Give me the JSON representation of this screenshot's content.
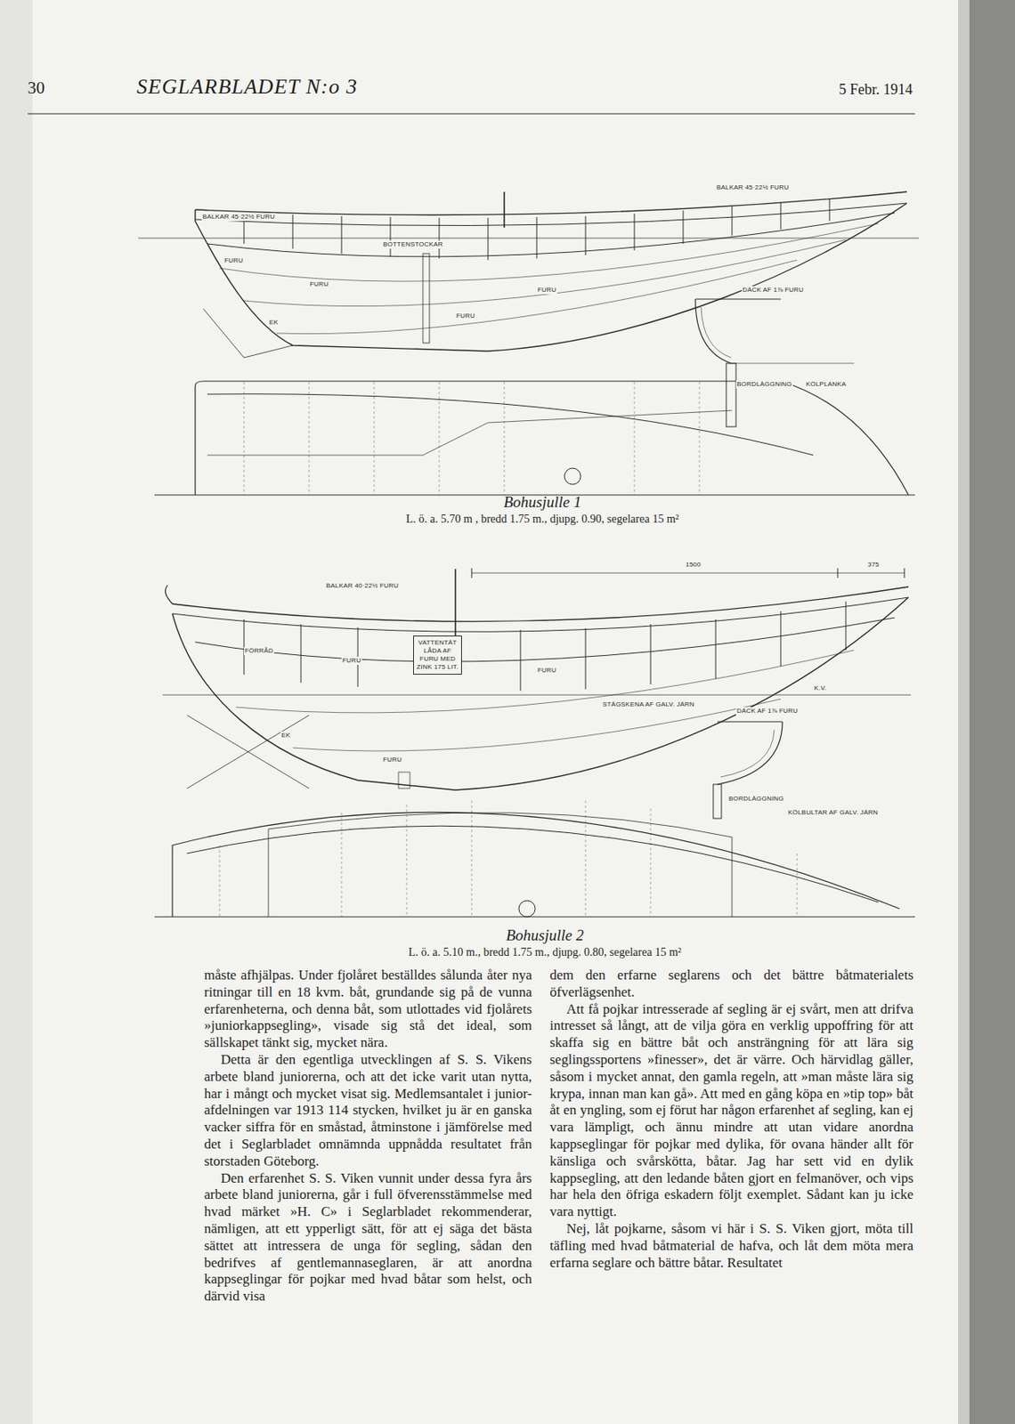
{
  "diagram": {
    "title": "SEGLARBLADET N:o 3",
    "nodes": [
      {
        "text": [
          "VATTENTÄT LÅDA AF FURU MED ZINK 175 LIT."
        ]
      }
    ],
    "labels": [
      "30",
      "5 Febr. 1914",
      "Bohusjulle 1",
      "L. ö. a. 5.70 m , bredd 1.75 m., djupg. 0.90, segelarea 15 m²",
      "Bohusjulle 2",
      "L. ö. a. 5.10 m., bredd 1.75 m., djupg. 0.80, segelarea 15 m²",
      "BALKAR 45·22½ FURU",
      "BOTTENSTOCKAR",
      "FURU",
      "FURU",
      "FURU",
      "FURU",
      "EK",
      "BALKAR 45·22½ FURU",
      "DÄCK AF 1⅞ FURU",
      "BORDLÄGGNING",
      "KÖLPLANKA",
      "1500",
      "375",
      "BALKAR 40·22½ FURU",
      "FÖRRÅD",
      "FURU",
      "FURU",
      "EK",
      "FURU",
      "K.V.",
      "STÄGSKENA AF GALV. JÄRN",
      "DÄCK AF 1⅞ FURU",
      "BORDLÄGGNING",
      "KÖLBULTAR AF GALV. JÄRN",
      "måste afhjälpas. Under fjolåret beställdes sålunda åter nya ritningar till en 18 kvm. båt, grundande sig på de vunna erfarenheterna, och denna båt, som utlottades vid fjolårets »juniorkappsegling», visade sig stå det ideal, som sällskapet tänkt sig, mycket nära.",
      "Detta är den egentliga utvecklingen af S. S. Vikens arbete bland juniorerna, och att det icke varit utan nytta, har i mångt och mycket visat sig. Medlemsantalet i junior-afdelningen var 1913 114 stycken, hvilket ju är en ganska vacker siffra för en småstad, åtminstone i jämförelse med det i Seglarbladet omnämnda uppnådda resultatet från storstaden Göteborg.",
      "Den erfarenhet S. S. Viken vunnit under dessa fyra års arbete bland juniorerna, går i full öfverensstämmelse med hvad märket »H. C» i Seglarbladet rekommenderar, nämligen, att ett ypperligt sätt, för att ej säga det bästa sättet att intressera de unga för segling, sådan den bedrifves af gentlemannaseglaren, är att anordna kappseglingar för pojkar med hvad båtar som helst, och därvid visa",
      "dem den erfarne seglarens och det bättre båtmaterialets öfverlägsenhet.",
      "Att få pojkar intresserade af segling är ej svårt, men att drifva intresset så långt, att de vilja göra en verklig uppoffring för att skaffa sig en bättre båt och ansträngning för att lära sig seglingssportens »finesser», det är värre. Och härvidlag gäller, såsom i mycket annat, den gamla regeln, att »man måste lära sig krypa, innan man kan gå». Att med en gång köpa en »tip top» båt åt en yngling, som ej förut har någon erfarenhet af segling, kan ej vara lämpligt, och ännu mindre att utan vidare anordna kappseglingar för pojkar med dylika, för ovana händer allt för känsliga och svårskötta, båtar. Jag har sett vid en dylik kappsegling, att den ledande båten gjort en felmanöver, och vips har hela den öfriga eskadern följt exemplet. Sådant kan ju icke vara nyttigt.",
      "Nej, låt pojkarne, såsom vi här i S. S. Viken gjort, möta till täfling med hvad båtmaterial de hafva, och låt dem möta mera erfarna seglare och bättre båtar. Resultatet"
    ]
  }
}
